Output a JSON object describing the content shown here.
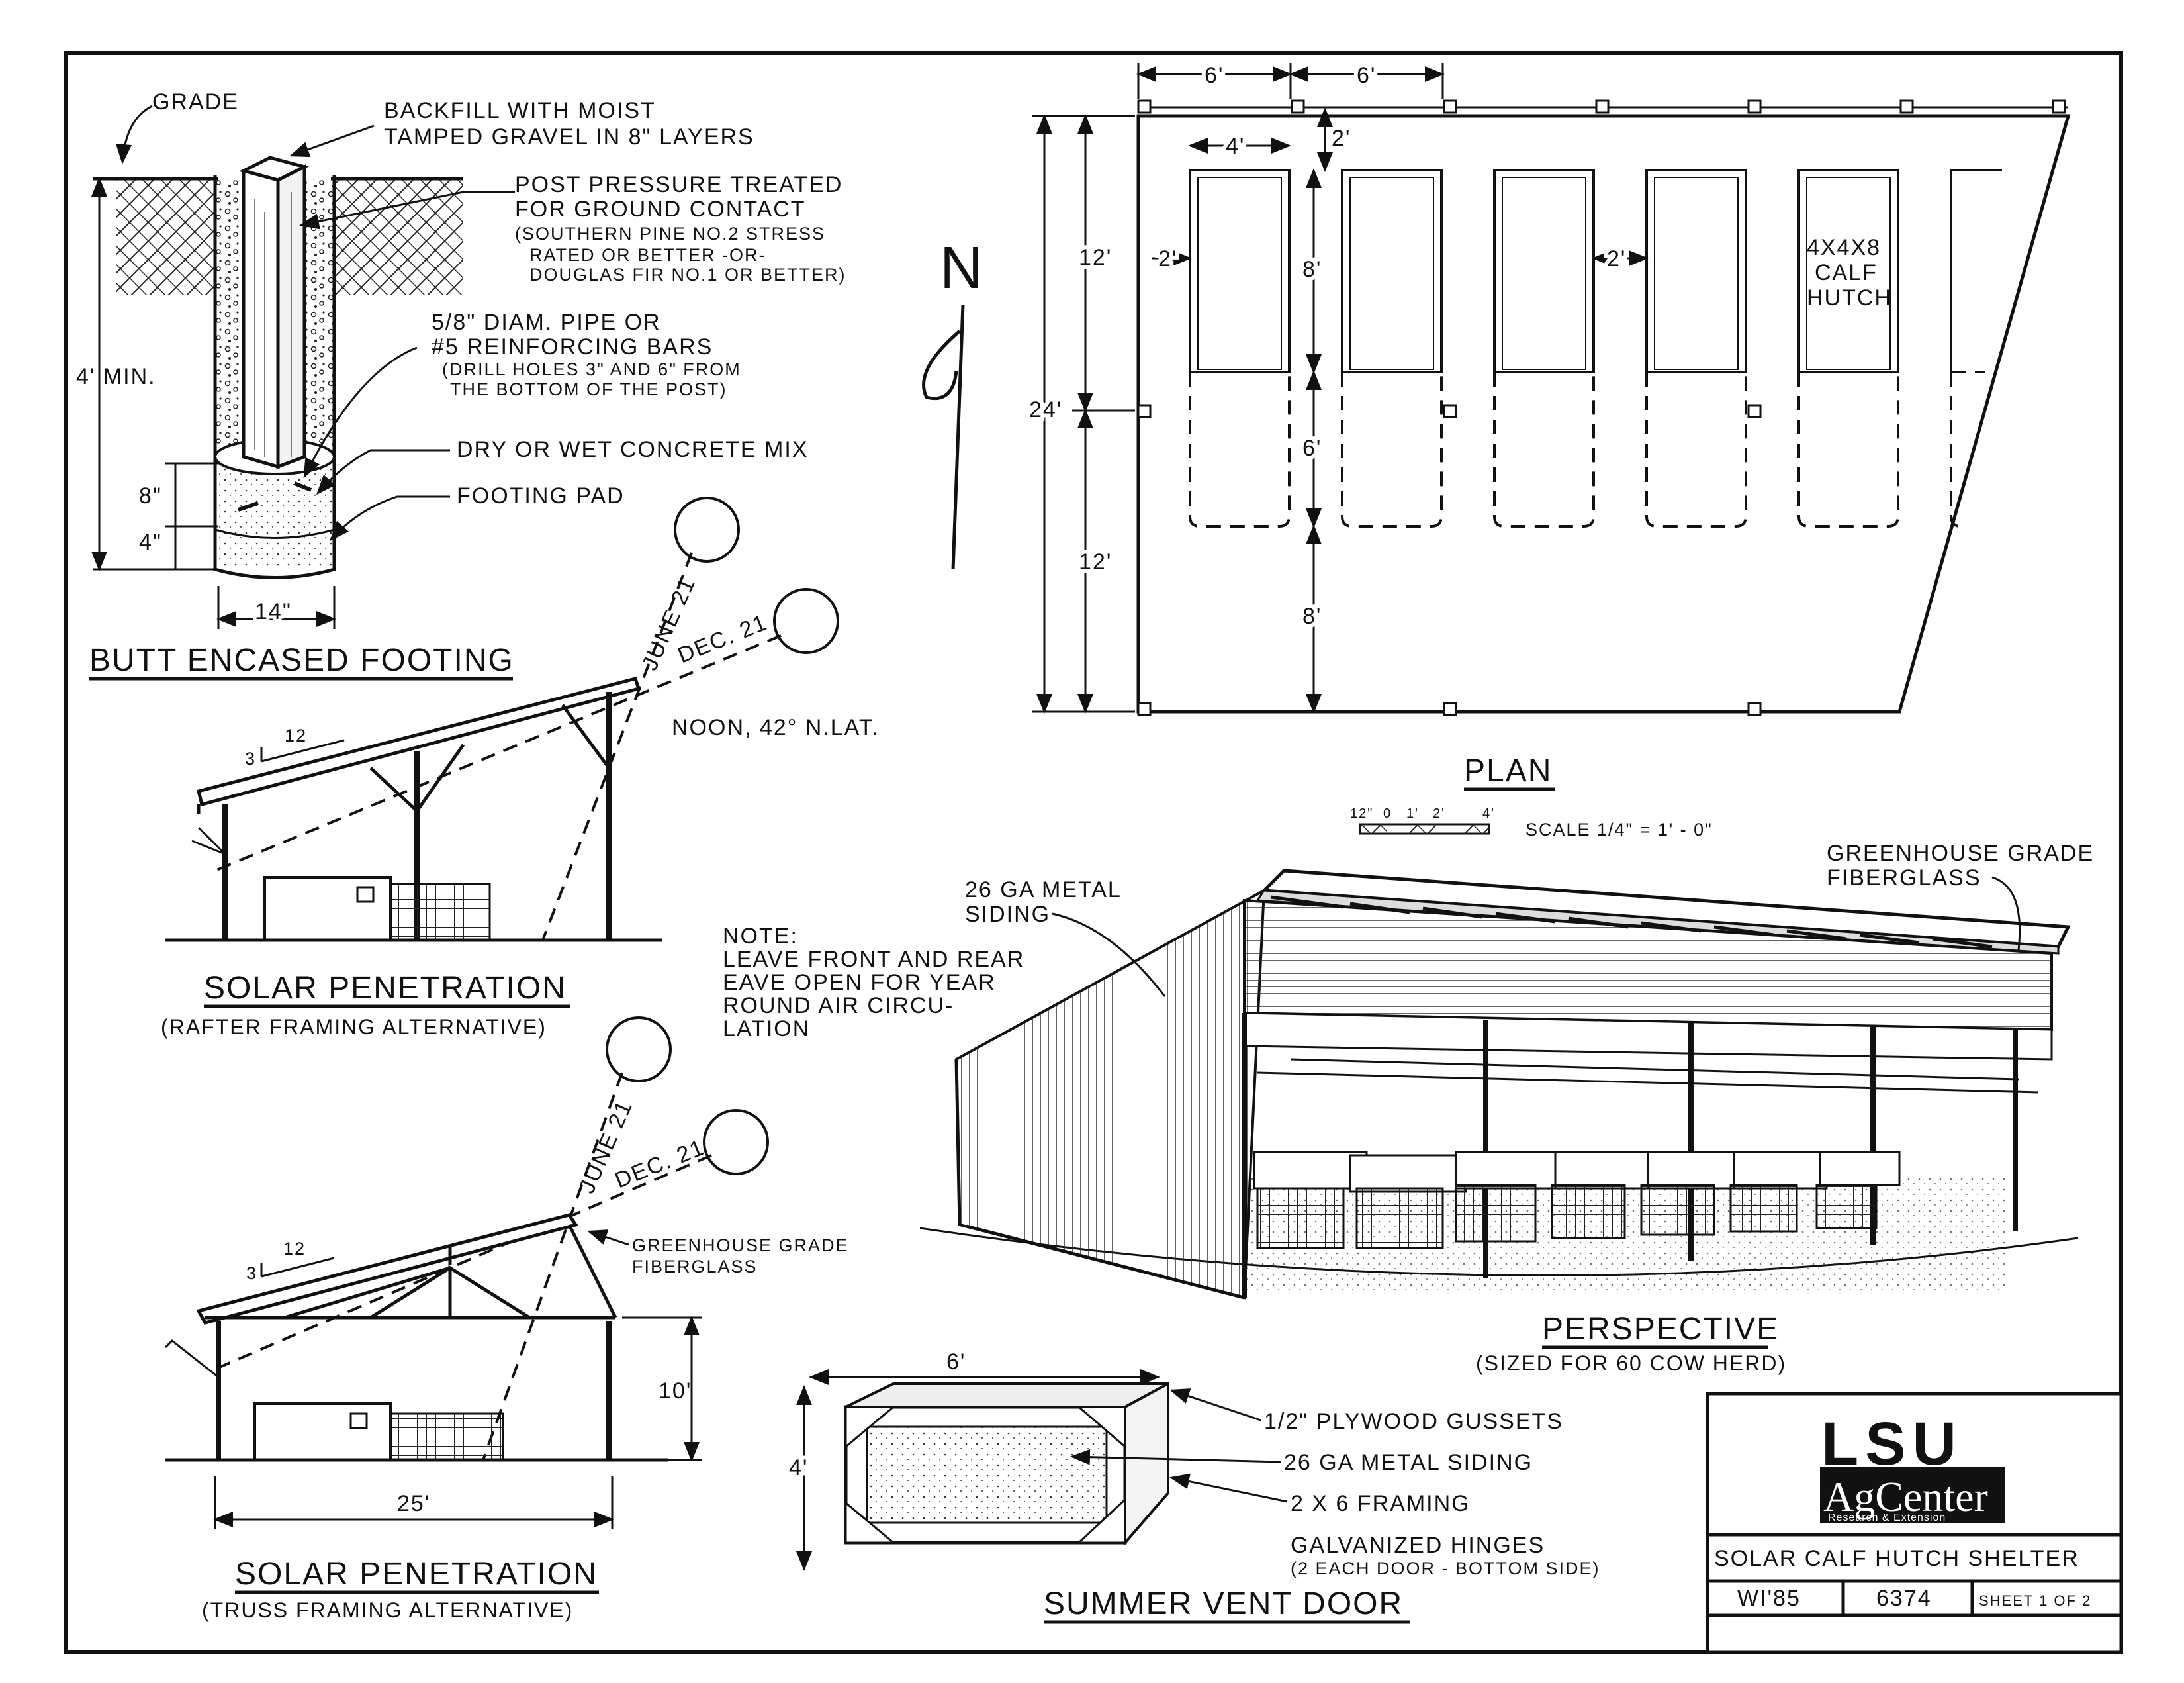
{
  "footing": {
    "grade": "GRADE",
    "backfill_1": "BACKFILL WITH MOIST",
    "backfill_2": "TAMPED GRAVEL IN 8\" LAYERS",
    "post_1": "POST PRESSURE TREATED",
    "post_2": "FOR GROUND CONTACT",
    "post_3": "(SOUTHERN PINE NO.2 STRESS",
    "post_4": "RATED OR BETTER  -OR-",
    "post_5": "DOUGLAS FIR NO.1 OR BETTER)",
    "pipe_1": "5/8\" DIAM. PIPE OR",
    "pipe_2": "#5 REINFORCING BARS",
    "pipe_3": "(DRILL HOLES 3\" AND 6\" FROM",
    "pipe_4": "THE BOTTOM OF THE POST)",
    "concrete": "DRY OR WET CONCRETE MIX",
    "pad": "FOOTING PAD",
    "dim_depth": "4' MIN.",
    "dim_8": "8\"",
    "dim_4": "4\"",
    "dim_14": "14\"",
    "title": "BUTT ENCASED FOOTING"
  },
  "north": {
    "label": "N"
  },
  "solar_rafter": {
    "june": "JUNE 21",
    "dec": "DEC. 21",
    "noon": "NOON, 42° N.LAT.",
    "slope_run": "12",
    "slope_rise": "3",
    "title": "SOLAR PENETRATION",
    "subtitle": "(RAFTER FRAMING ALTERNATIVE)"
  },
  "solar_truss": {
    "june": "JUNE 21",
    "dec": "DEC. 21",
    "fiber_1": "GREENHOUSE GRADE",
    "fiber_2": "FIBERGLASS",
    "slope_run": "12",
    "slope_rise": "3",
    "dim_height": "10'",
    "dim_width": "25'",
    "title": "SOLAR PENETRATION",
    "subtitle": "(TRUSS FRAMING ALTERNATIVE)"
  },
  "plan": {
    "dim_6a": "6'",
    "dim_6b": "6'",
    "dim_4": "4'",
    "dim_2top": "2'",
    "dim_12a": "12'",
    "dim_12b": "12'",
    "dim_24": "24'",
    "dim_2a": "2'",
    "dim_2b": "2'",
    "dim_8a": "8'",
    "dim_6mid": "6'",
    "dim_8b": "8'",
    "hutch_1": "4X4X8",
    "hutch_2": "CALF",
    "hutch_3": "HUTCH",
    "title": "PLAN",
    "scale_ticks": [
      "12\"",
      "0",
      "1'",
      "2'",
      "4'"
    ],
    "scale": "SCALE   1/4\" = 1' - 0\""
  },
  "perspective": {
    "siding_1": "26 GA METAL",
    "siding_2": "SIDING",
    "fiber_1": "GREENHOUSE GRADE",
    "fiber_2": "FIBERGLASS",
    "note_1": "NOTE:",
    "note_2": "LEAVE  FRONT AND REAR",
    "note_3": "EAVE  OPEN FOR YEAR",
    "note_4": "ROUND  AIR CIRCU-",
    "note_5": "LATION",
    "title": "PERSPECTIVE",
    "subtitle": "(SIZED FOR 60 COW HERD)"
  },
  "vent_door": {
    "dim_w": "6'",
    "dim_h": "4'",
    "label_1": "1/2\" PLYWOOD GUSSETS",
    "label_2": "26 GA METAL SIDING",
    "label_3": "2 X 6 FRAMING",
    "label_4": "GALVANIZED HINGES",
    "label_5": "(2 EACH DOOR - BOTTOM SIDE)",
    "title": "SUMMER VENT DOOR"
  },
  "title_block": {
    "logo_main": "LSU",
    "logo_sub": "AgCenter",
    "logo_tag": "Research & Extension",
    "drawing_title": "SOLAR  CALF  HUTCH  SHELTER",
    "date": "WI'85",
    "number": "6374",
    "sheet": "SHEET 1 OF 2"
  }
}
